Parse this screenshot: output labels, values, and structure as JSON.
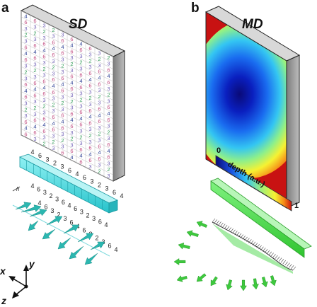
{
  "panels": [
    {
      "id": "a",
      "label": "a",
      "title": "SD"
    },
    {
      "id": "b",
      "label": "b",
      "title": "MD"
    }
  ],
  "sd_grid": {
    "rows": 20,
    "cols": 10,
    "pattern": [
      "4",
      "6",
      "3",
      "2",
      "3",
      "6"
    ],
    "digit_colors": {
      "2": "#2f9a55",
      "3": "#6f5fb5",
      "4": "#2b3f93",
      "6": "#c04a7e"
    }
  },
  "sd_strip": {
    "values_row1": [
      "4",
      "6",
      "3",
      "2",
      "3",
      "6",
      "4",
      "6",
      "3",
      "2",
      "3",
      "6",
      "4"
    ],
    "values_row2": [
      "4",
      "6",
      "3",
      "2",
      "3",
      "6",
      "4",
      "6",
      "3",
      "2",
      "3",
      "6",
      "4"
    ],
    "values_row3": [
      "4",
      "6",
      "3",
      "2",
      "3",
      "6",
      "4",
      "6",
      "3",
      "2",
      "3",
      "6",
      "4"
    ],
    "dimension_label": "h",
    "color": "#3fd1d6"
  },
  "md_map": {
    "colorbar": {
      "min_label": "0",
      "max_label": "1",
      "title": "depth (a.u.)"
    },
    "strip_color": "#3ddc3d"
  },
  "axes": {
    "x": "x",
    "y": "y",
    "z": "z"
  },
  "colors": {
    "slab_side": "#9a9a9a",
    "slab_edge": "#222222",
    "cyan_arrow": "#2bb7b0",
    "green_arrow": "#3ec93e"
  }
}
